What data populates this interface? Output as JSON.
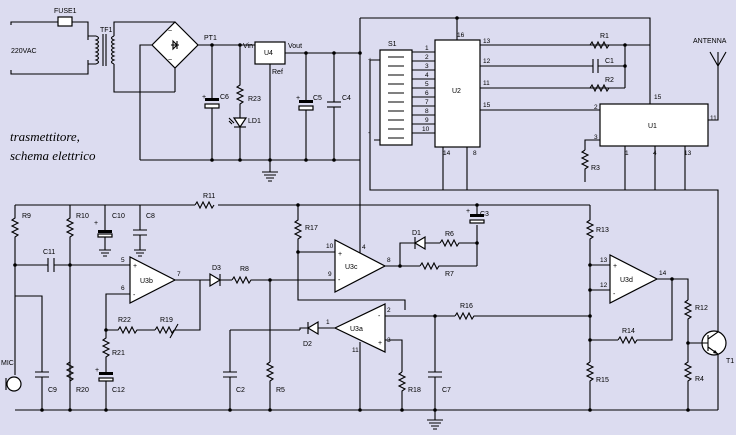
{
  "title_lines": [
    "trasmettitore,",
    "schema elettrico"
  ],
  "mains_label": "220VAC",
  "parts": {
    "fuse": "FUSE1",
    "tf": "TF1",
    "bridge": "PT1",
    "c6": "C6",
    "r23": "R23",
    "ld1": "LD1",
    "u4": "U4",
    "u4_in": "Vin",
    "u4_out": "Vout",
    "u4_ref": "Ref",
    "c5": "C5",
    "c4": "C4",
    "s1": "S1",
    "u2": "U2",
    "u1": "U1",
    "r1": "R1",
    "c1": "C1",
    "r2": "R2",
    "r3": "R3",
    "antenna": "ANTENNA",
    "r9": "R9",
    "r10": "R10",
    "c10": "C10",
    "c8": "C8",
    "r11": "R11",
    "c11": "C11",
    "u3b": "U3b",
    "d3": "D3",
    "r8": "R8",
    "r22": "R22",
    "r19": "R19",
    "r21": "R21",
    "c12": "C12",
    "mic": "MIC",
    "c9": "C9",
    "r20": "R20",
    "r17": "R17",
    "u3c": "U3c",
    "d1": "D1",
    "r6": "R6",
    "r7": "R7",
    "c3": "C3",
    "d2": "D2",
    "u3a": "U3a",
    "r16": "R16",
    "r18": "R18",
    "c7": "C7",
    "c2": "C2",
    "r5": "R5",
    "r13": "R13",
    "u3d": "U3d",
    "r12": "R12",
    "r14": "R14",
    "r15": "R15",
    "r4": "R4",
    "t1": "T1"
  },
  "s1_pins": [
    "1",
    "2",
    "3",
    "4",
    "5",
    "6",
    "7",
    "8",
    "9",
    "10"
  ],
  "u2_pins": {
    "p16": "16",
    "p13": "13",
    "p12": "12",
    "p11": "11",
    "p15": "15",
    "p14": "14",
    "p8": "8"
  },
  "u1_pins": {
    "p15": "15",
    "p2": "2",
    "p3": "3",
    "p11": "11",
    "p1": "1",
    "p4": "4",
    "p13": "13"
  },
  "u3b_pins": {
    "p5": "5",
    "p6": "6",
    "p7": "7"
  },
  "u3c_pins": {
    "p10": "10",
    "p9": "9",
    "p4": "4",
    "p8": "8"
  },
  "u3a_pins": {
    "p2": "2",
    "p3": "3",
    "p1": "1",
    "p11": "11"
  },
  "u3d_pins": {
    "p13": "13",
    "p12": "12",
    "p14": "14"
  }
}
